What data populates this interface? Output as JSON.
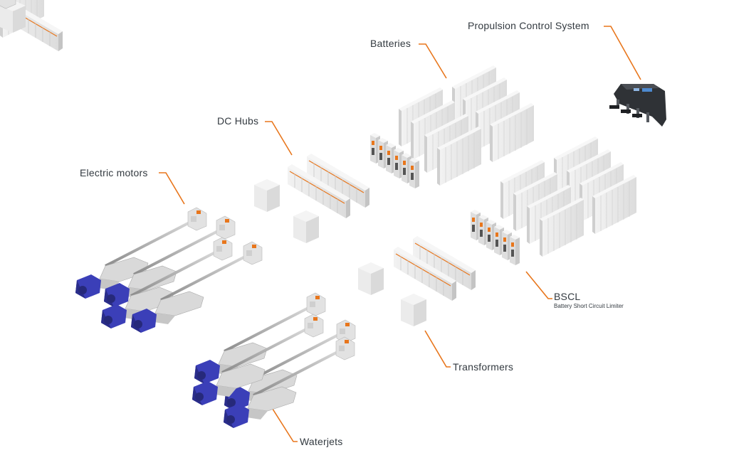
{
  "labels": {
    "propulsion": "Propulsion Control System",
    "batteries": "Batteries",
    "dc_hubs": "DC Hubs",
    "electric_motors": "Electric motors",
    "bscl": "BSCL",
    "bscl_sub": "Battery Short Circuit Limiter",
    "transformers": "Transformers",
    "waterjets": "Waterjets"
  },
  "colors": {
    "leader": "#e8761c",
    "label_text": "#333a40",
    "cabinet": "#e9e9e9",
    "cabinet_side": "#d4d4d4",
    "motor_blue": "#3b3fb8",
    "console": "#2f3236",
    "accent_orange": "#e8761c"
  }
}
